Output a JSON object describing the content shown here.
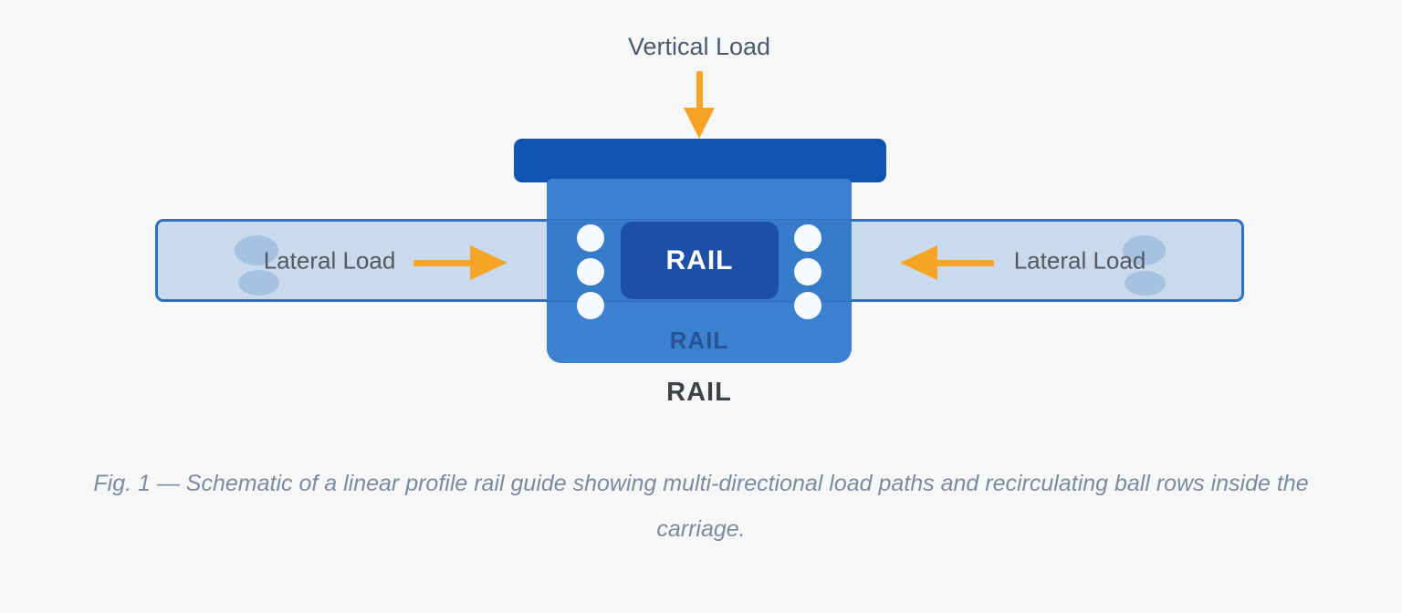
{
  "diagram": {
    "vertical_load_label": "Vertical Load",
    "lateral_load_left_label": "Lateral Load",
    "lateral_load_right_label": "Lateral Load",
    "rail_center_label": "RAIL",
    "rail_carriage_label": "RAIL",
    "rail_bottom_label": "RAIL",
    "ball_rows": {
      "left_count": 3,
      "right_count": 3
    },
    "colors": {
      "background": "#f7f7f8",
      "arrow_orange": "#f6a426",
      "top_bar_blue": "#1254b4",
      "carriage_blue": "#3b80d1",
      "rail_box_navy": "#1d4fa8",
      "rail_bar_fill": "#c9daec",
      "rail_bar_border": "#2b70c4",
      "faded_ball_blue": "#a6c2e3",
      "label_gray": "#54595f",
      "caption_blue_gray": "#7a8ba3"
    }
  },
  "caption": {
    "line1": "Fig. 1 — Schematic of a linear profile rail guide showing multi-directional load paths and recirculating ball rows inside the",
    "line2": "carriage."
  }
}
